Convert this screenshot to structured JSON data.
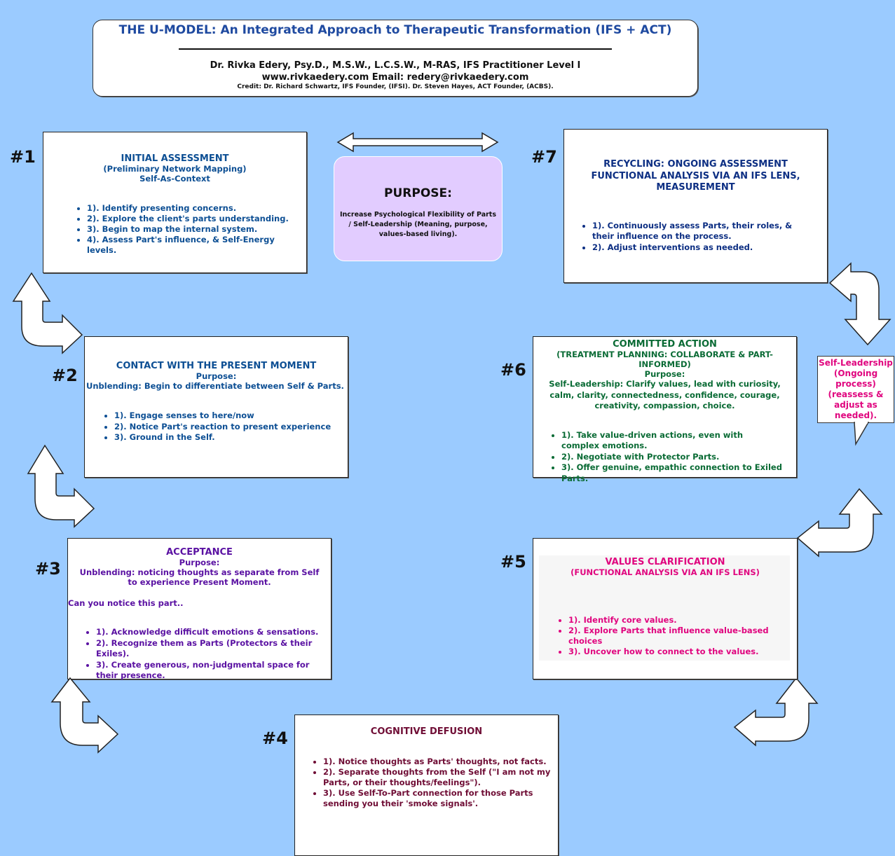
{
  "header": {
    "title": "THE U-MODEL: An Integrated Approach to Therapeutic Transformation (IFS + ACT)",
    "author": "Dr. Rivka Edery, Psy.D., M.S.W., L.C.S.W., M-RAS, IFS Practitioner Level I",
    "contact": "www.rivkaedery.com Email: redery@rivkaedery.com",
    "credit": "Credit: Dr. Richard Schwartz, IFS Founder, (IFSI). Dr. Steven Hayes, ACT Founder, (ACBS)."
  },
  "purpose": {
    "title": "PURPOSE:",
    "text": "Increase Psychological Flexibility of Parts / Self-Leadership (Meaning, purpose, values-based living)."
  },
  "callout": {
    "text": "Self-Leadership (Ongoing process) (reassess & adjust as needed)."
  },
  "steps": {
    "s1": {
      "number": "#1",
      "title": "INITIAL ASSESSMENT",
      "subtitle": "(Preliminary Network Mapping)",
      "subtitle2": "Self-As-Context",
      "items": [
        "1). Identify presenting concerns.",
        "2). Explore the client's parts understanding.",
        "3). Begin to map the internal system.",
        "4). Assess Part's influence, & Self-Energy levels."
      ]
    },
    "s2": {
      "number": "#2",
      "title": "CONTACT WITH THE PRESENT MOMENT",
      "purpose_label": "Purpose:",
      "purpose_text": "Unblending: Begin to differentiate between Self & Parts.",
      "items": [
        "1). Engage senses to here/now",
        "2). Notice Part's reaction to present experience",
        "3). Ground in the Self."
      ]
    },
    "s3": {
      "number": "#3",
      "title": "ACCEPTANCE",
      "purpose_label": "Purpose:",
      "purpose_text": "Unblending: noticing thoughts as separate from Self to experience Present Moment.",
      "prompt": "Can you notice this part..",
      "items": [
        "1). Acknowledge difficult emotions & sensations.",
        "2). Recognize them as Parts (Protectors & their Exiles).",
        "3). Create generous, non-judgmental space for their presence."
      ]
    },
    "s4": {
      "number": "#4",
      "title": "COGNITIVE DEFUSION",
      "items": [
        "1). Notice thoughts as Parts' thoughts, not facts.",
        "2). Separate thoughts from the Self (\"I am not my Parts, or their thoughts/feelings\").",
        "3).  Use Self-To-Part connection for those Parts sending you their 'smoke signals'."
      ]
    },
    "s5": {
      "number": "#5",
      "title": "VALUES CLARIFICATION",
      "subtitle": "(FUNCTIONAL ANALYSIS VIA AN IFS LENS)",
      "items": [
        "1). Identify core values.",
        "2). Explore Parts that influence value-based choices",
        "3). Uncover how to connect to the values."
      ]
    },
    "s6": {
      "number": "#6",
      "title": "COMMITTED ACTION",
      "subtitle": "(TREATMENT PLANNING: COLLABORATE & PART-INFORMED)",
      "purpose_label": "Purpose:",
      "purpose_text": "Self-Leadership: Clarify values, lead with curiosity, calm, clarity, connectedness, confidence, courage, creativity, compassion, choice.",
      "items": [
        "1). Take value-driven actions, even with complex emotions.",
        "2). Negotiate with Protector Parts.",
        "3).  Offer genuine, empathic connection to Exiled Parts."
      ]
    },
    "s7": {
      "number": "#7",
      "title": "RECYCLING: ONGOING ASSESSMENT FUNCTIONAL ANALYSIS VIA AN IFS LENS, MEASUREMENT",
      "items": [
        "1).  Continuously assess Parts, their roles, & their influence on the process.",
        "2).  Adjust interventions as needed."
      ]
    }
  }
}
